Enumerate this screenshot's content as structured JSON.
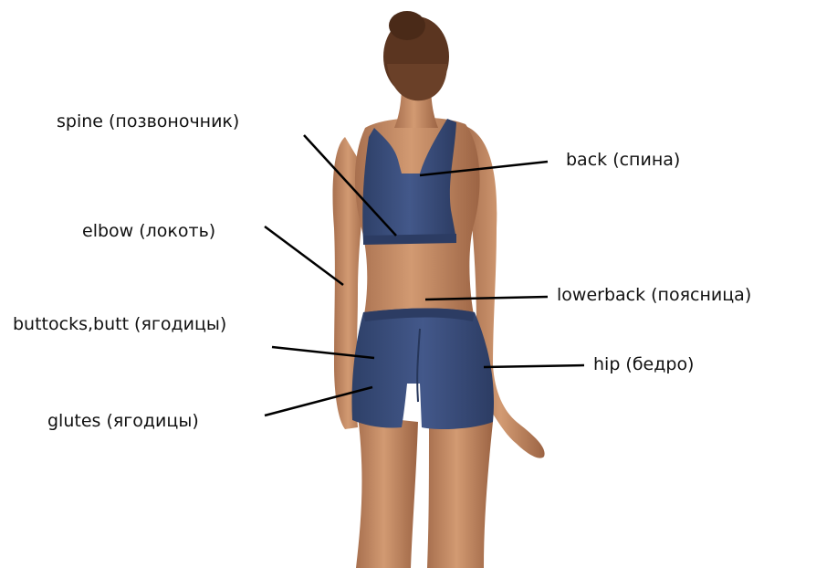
{
  "labels": {
    "spine": "spine (позвоночник)",
    "back": "back (спина)",
    "elbow": "elbow (локоть)",
    "lowerback": "lowerback (поясница)",
    "buttocks": "buttocks,butt (ягодицы)",
    "hip": "hip (бедро)",
    "glutes": "glutes (ягодицы)"
  },
  "colors": {
    "skin": "#c68a63",
    "skin_shadow": "#9c6444",
    "garment": "#3b4f7e",
    "garment_shadow": "#2c3c63",
    "hair": "#5b3520",
    "line": "#000000"
  }
}
